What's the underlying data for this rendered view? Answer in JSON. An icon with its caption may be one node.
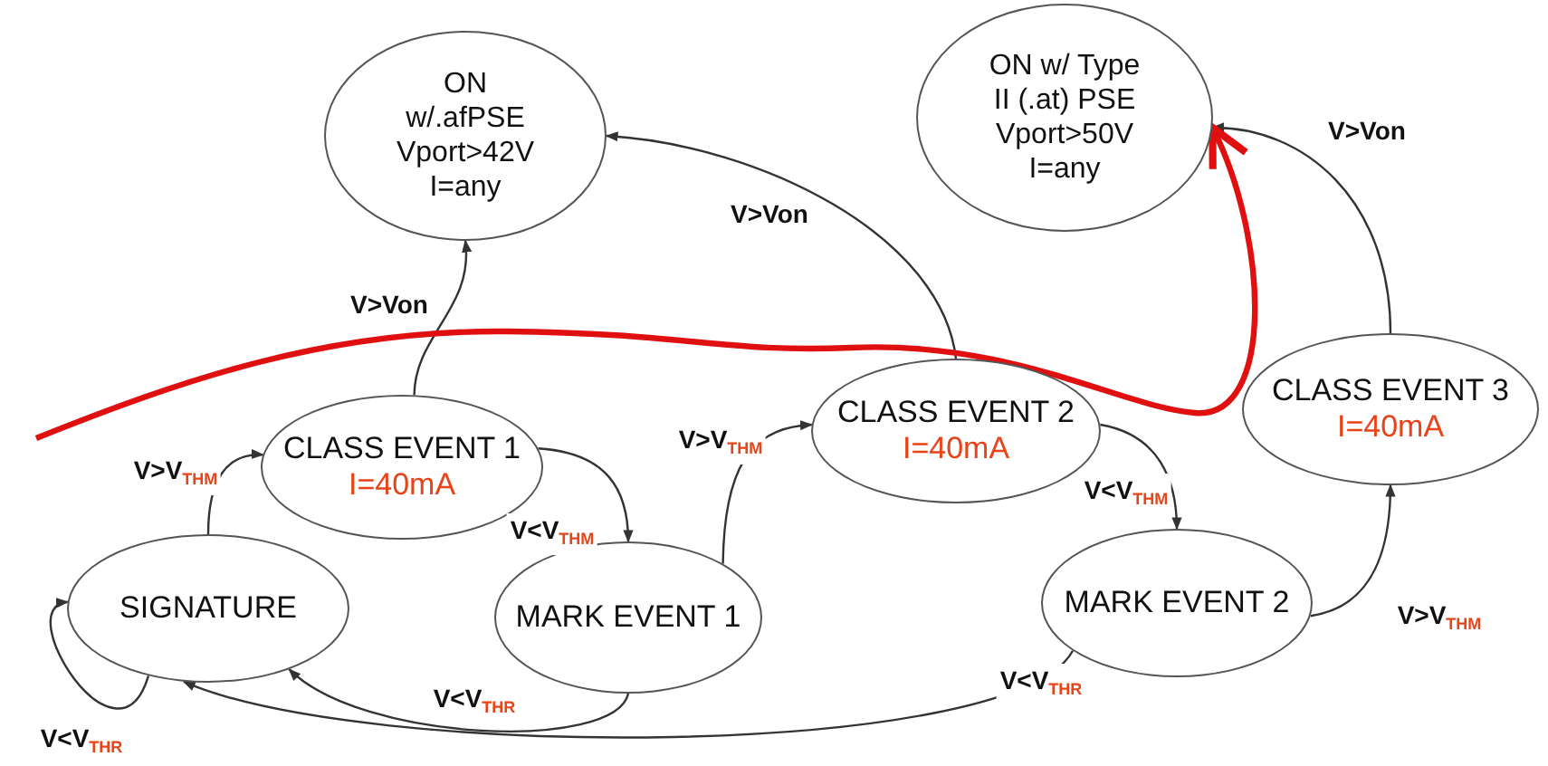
{
  "diagram": {
    "nodes": [
      {
        "text": [
          "ON w/.afPSE Vport>42V I=any"
        ]
      },
      {
        "text": [
          "ON w/ Type II (.at) PSE Vport>50V I=any"
        ]
      },
      {
        "text": [
          "CLASS EVENT 1",
          "I=40mA"
        ]
      },
      {
        "text": [
          "CLASS EVENT 2",
          "I=40mA"
        ]
      },
      {
        "text": [
          "CLASS EVENT 3",
          "I=40mA"
        ]
      },
      {
        "text": [
          "SIGNATURE"
        ]
      },
      {
        "text": [
          "MARK EVENT 1"
        ]
      },
      {
        "text": [
          "MARK EVENT 2"
        ]
      }
    ],
    "edges": [
      {
        "from": 5,
        "to": 2,
        "arrow": "to",
        "label": "V>V$_{THM}$"
      },
      {
        "from": 2,
        "to": 0,
        "arrow": "to",
        "label": "V>Von"
      },
      {
        "from": 2,
        "to": 6,
        "arrow": "to",
        "label": "V<V$_{THM}$"
      },
      {
        "from": 6,
        "to": 3,
        "arrow": "to",
        "label": "V>V$_{THM}$"
      },
      {
        "from": 3,
        "to": 0,
        "arrow": "to",
        "label": "V>Von"
      },
      {
        "from": 3,
        "to": 7,
        "arrow": "to",
        "label": "V<V$_{THM}$"
      },
      {
        "from": 7,
        "to": 4,
        "arrow": "to",
        "label": "V>V$_{THM}$"
      },
      {
        "from": 4,
        "to": 1,
        "arrow": "to",
        "label": "V>Von"
      },
      {
        "from": 6,
        "to": 5,
        "arrow": "to",
        "label": "V<V$_{THR}$"
      },
      {
        "from": 7,
        "to": 5,
        "arrow": "to",
        "label": "V<V$_{THR}$"
      },
      {
        "from": 5,
        "to": 5,
        "arrow": "to",
        "label": "V<V$_{THR}$"
      },
      {
        "from": null,
        "to": 1,
        "arrow": "to",
        "style": "thick",
        "color": "#e01010"
      }
    ]
  }
}
